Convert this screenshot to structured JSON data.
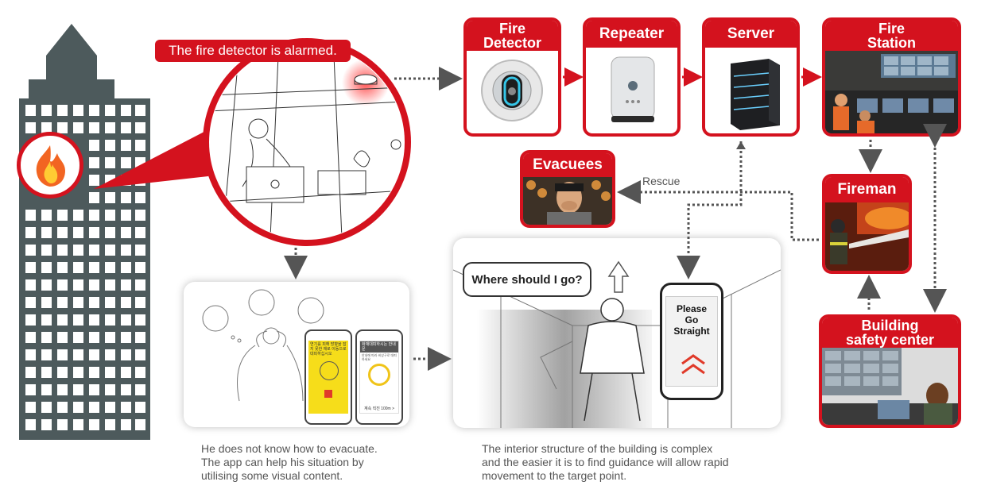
{
  "alarm_label": "The fire detector is alarmed.",
  "boxes": {
    "fire_detector": "Fire\nDetector",
    "repeater": "Repeater",
    "server": "Server",
    "fire_station": "Fire\nStation",
    "evacuees": "Evacuees",
    "fireman": "Fireman",
    "building_safety_center": "Building\nsafety center"
  },
  "rescue_label": "Rescue",
  "speech_bubble": "Where should I go?",
  "phone_message": "Please\nGo Straight",
  "app_screen": {
    "left_banner": "연기를 피해 방향을 잡지 못한 채로 이동으로 대피하십시오",
    "right_banner": "화재대피하시는 안내문",
    "right_sub": "안내에 따라 비상구로 대피하세요",
    "right_footer": "계속 직진 100m >"
  },
  "captions": {
    "left": "He does not know how to evacuate.\nThe app can help his situation by\nutilising some visual content.",
    "right": "The interior structure of the building is complex\nand the easier it is to find guidance will allow rapid\nmovement to the target point."
  },
  "colors": {
    "brand_red": "#d4121e",
    "building_gray": "#4d5a5c",
    "arrow_gray": "#555555"
  }
}
